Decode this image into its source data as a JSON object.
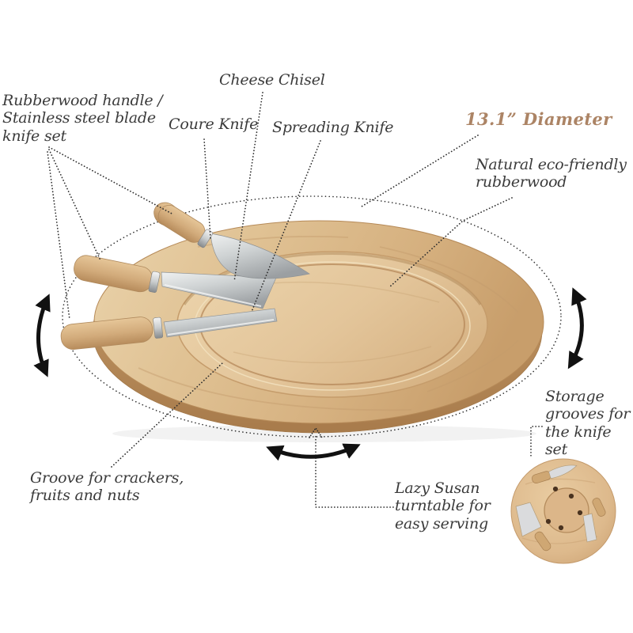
{
  "figure": {
    "type": "annotated-product-infographic",
    "background_color": "#ffffff",
    "text_color": "#3b3b3b",
    "accent_color": "#ac8465",
    "wood_color": "#d9b588",
    "blade_color": "#c9ccce",
    "labels": {
      "knife_set": "Rubberwood handle /\nStainless steel blade\nknife set",
      "cheese_chisel": "Cheese Chisel",
      "coure_knife": "Coure Knife",
      "spreading_knife": "Spreading Knife",
      "diameter": "13.1” Diameter",
      "material": "Natural eco-friendly\nrubberwood",
      "groove": "Groove for crackers,\nfruits and nuts",
      "lazy_susan": "Lazy Susan\nturntable for\neasy serving",
      "storage": "Storage\ngrooves for\nthe knife set"
    },
    "icons": {
      "left_arrow": "rotate-arrow-left",
      "right_arrow": "rotate-arrow-right",
      "bottom_arrow": "rotate-arrow-bottom",
      "diameter_ellipse": "dotted-diameter-ellipse",
      "up_chevron": "dotted-up-arrowhead"
    }
  }
}
